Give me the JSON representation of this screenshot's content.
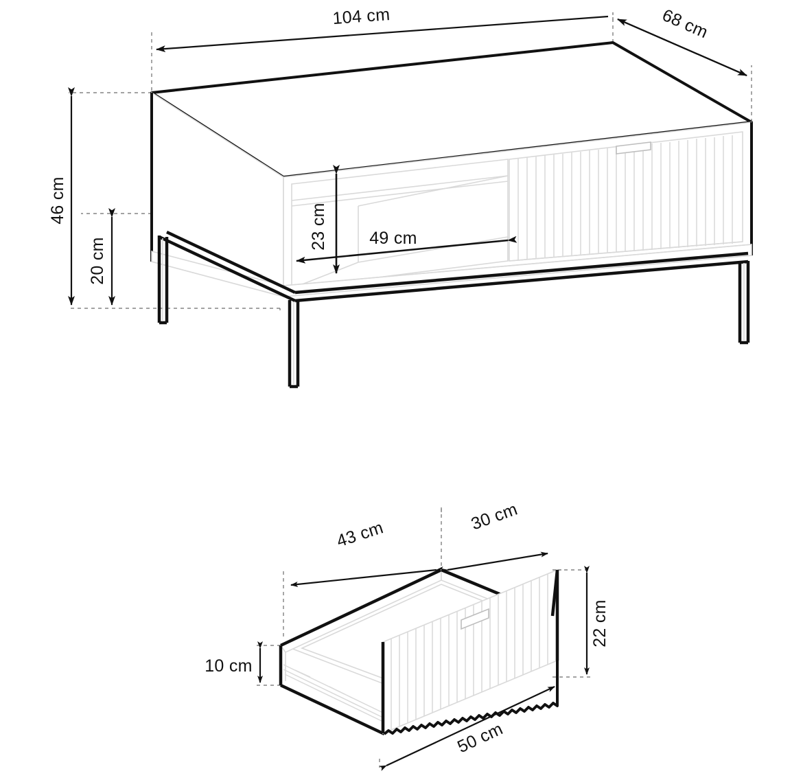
{
  "drawing": {
    "title": "Coffee table technical dimension drawing",
    "units": "cm",
    "line_color": "#111111",
    "detail_color": "#d9d9d9",
    "background": "#ffffff"
  },
  "views": [
    {
      "name": "coffee-table-assembly",
      "description": "Isometric coffee table with open shelf, fluted drawer front and black metal legs"
    },
    {
      "name": "drawer-detail",
      "description": "Isometric open drawer box with fluted front panel and slide rails"
    }
  ],
  "dimensions": {
    "table": {
      "width": "104 cm",
      "depth": "68 cm",
      "height": "46 cm",
      "leg_height": "20 cm",
      "shelf_height": "23 cm",
      "shelf_width": "49 cm"
    },
    "drawer": {
      "inner_width": "43 cm",
      "inner_depth": "30 cm",
      "front_width": "50 cm",
      "front_height": "22 cm",
      "box_height": "10 cm"
    }
  },
  "labels": {
    "w104": "104 cm",
    "d68": "68 cm",
    "h46": "46 cm",
    "leg20": "20 cm",
    "shelf23": "23 cm",
    "shelf49": "49 cm",
    "dw43": "43 cm",
    "dd30": "30 cm",
    "dh10": "10 cm",
    "dfh22": "22 cm",
    "dfw50": "50 cm"
  }
}
